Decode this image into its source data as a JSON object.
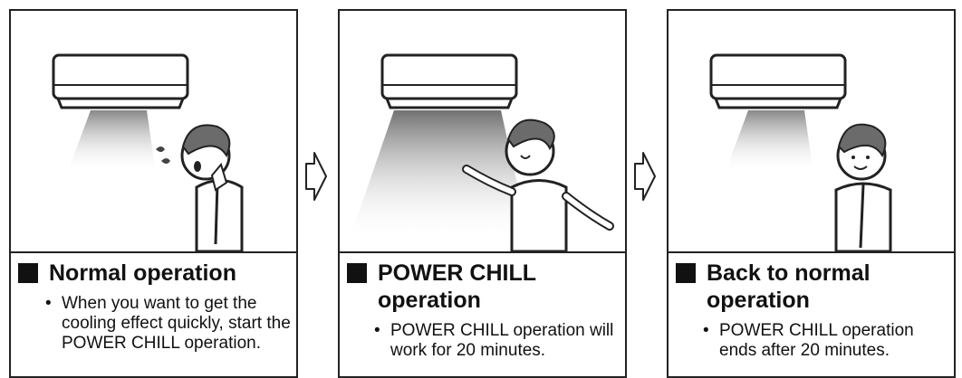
{
  "panels": [
    {
      "heading": "Normal operation",
      "text": "When you want to get the cooling effect quickly, start the POWER CHILL operation."
    },
    {
      "heading": "POWER CHILL operation",
      "text": "POWER CHILL operation will work for 20 minutes."
    },
    {
      "heading": "Back to normal operation",
      "text": "POWER CHILL operation ends after 20 minutes."
    }
  ],
  "bullet_symbol": "•",
  "colors": {
    "border": "#222222",
    "airflow": "#9a9a9a",
    "skin": "#ffffff",
    "hair": "#6b6b6b"
  }
}
